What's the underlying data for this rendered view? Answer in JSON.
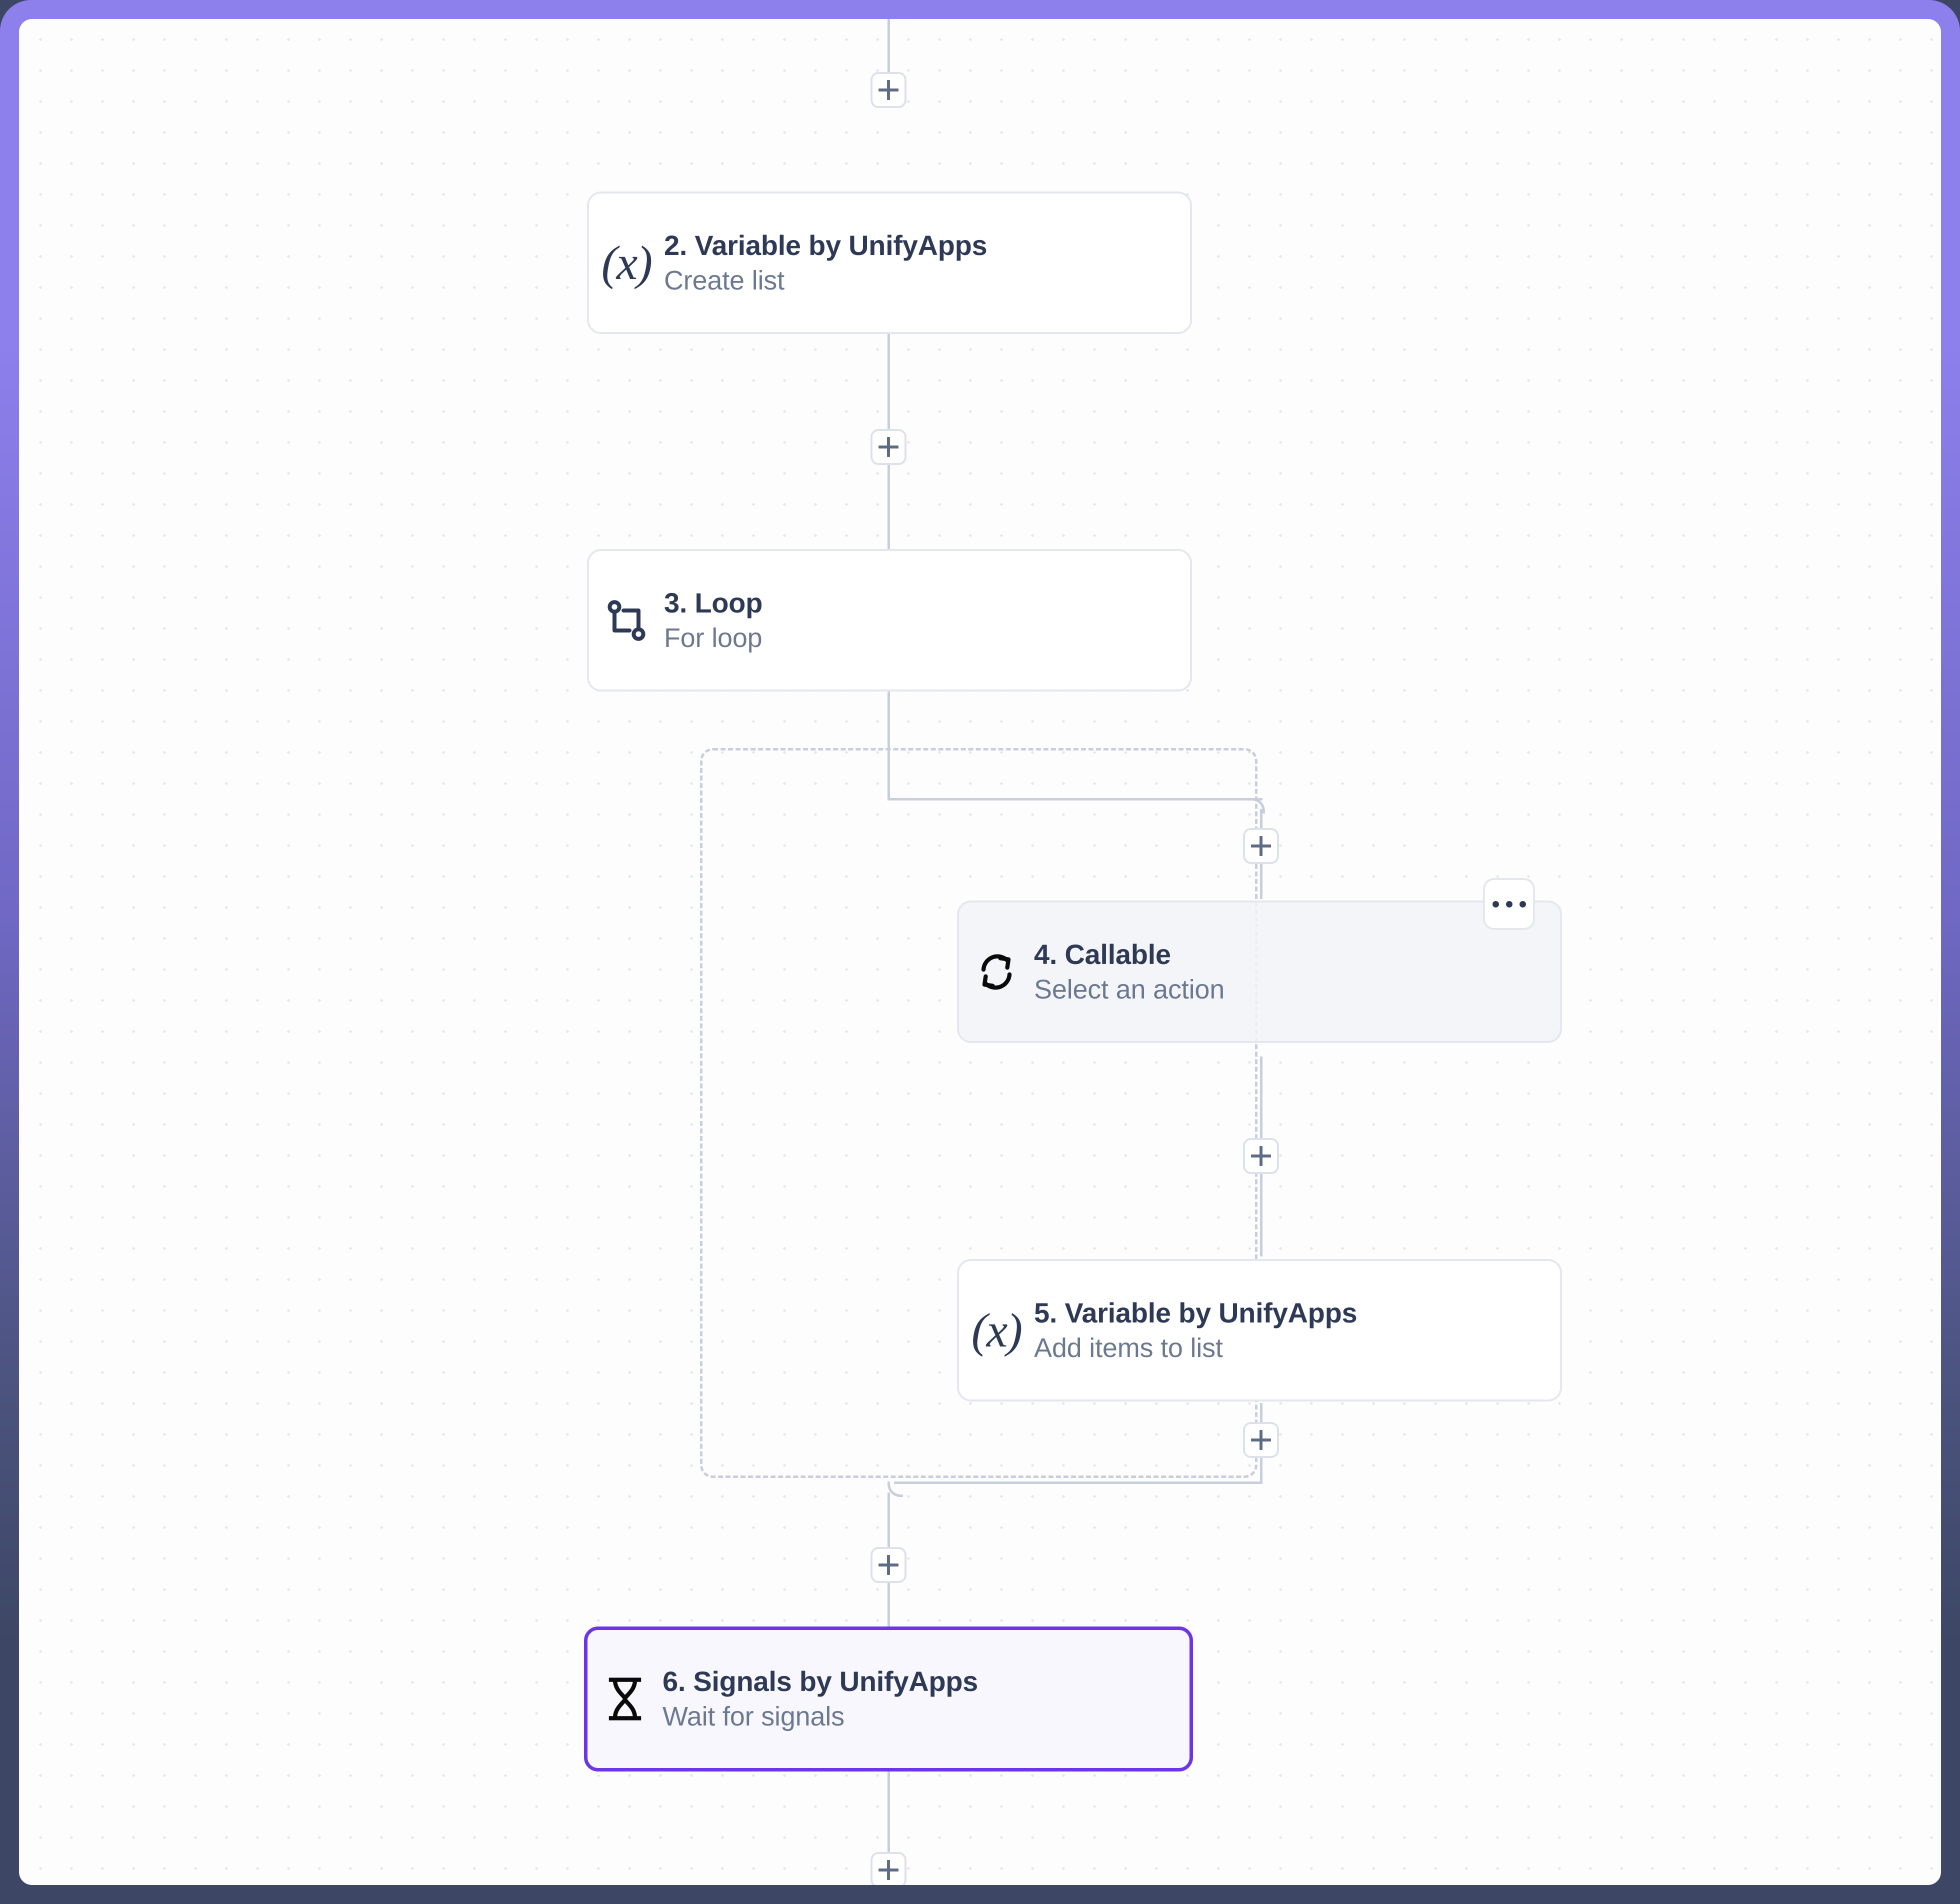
{
  "theme": {
    "frame_gradient_top": "#8D7FEC",
    "frame_gradient_bottom": "#3D4765",
    "canvas_bg": "#FDFDFE",
    "grid_dot": "#E1E4ED",
    "connector": "#C9CEDC",
    "node_border": "#E4E7EE",
    "selected_border": "#6C36E8",
    "selected_bg": "#F8F7FD",
    "muted_node_bg": "#F3F4F7",
    "title_color": "#2E3A55",
    "subtitle_color": "#6B7890"
  },
  "canvas": {
    "name": "workflow-canvas",
    "grid": "dotted"
  },
  "add_buttons": [
    {
      "id": "add-step-top",
      "label": "+",
      "icon": "plus-icon"
    },
    {
      "id": "add-step-after-2",
      "label": "+",
      "icon": "plus-icon"
    },
    {
      "id": "add-step-before-4",
      "label": "+",
      "icon": "plus-icon"
    },
    {
      "id": "add-step-after-4",
      "label": "+",
      "icon": "plus-icon"
    },
    {
      "id": "add-step-after-5",
      "label": "+",
      "icon": "plus-icon"
    },
    {
      "id": "add-step-before-6",
      "label": "+",
      "icon": "plus-icon"
    },
    {
      "id": "add-step-after-6",
      "label": "+",
      "icon": "plus-icon"
    }
  ],
  "overflow_menu": {
    "name": "callable-node-overflow-menu",
    "label": "…",
    "icon": "ellipsis-icon",
    "target_node": "4. Callable"
  },
  "nodes": [
    {
      "id": "node-2",
      "step": 2,
      "title": "2. Variable by UnifyApps",
      "subtitle": "Create list",
      "icon": "variable-icon",
      "state": "default"
    },
    {
      "id": "node-3",
      "step": 3,
      "title": "3. Loop",
      "subtitle": "For loop",
      "icon": "loop-icon",
      "state": "default"
    },
    {
      "id": "node-4",
      "step": 4,
      "title": "4. Callable",
      "subtitle": "Select an action",
      "icon": "sync-arrows-icon",
      "state": "hovered"
    },
    {
      "id": "node-5",
      "step": 5,
      "title": "5. Variable by UnifyApps",
      "subtitle": "Add items to list",
      "icon": "variable-icon",
      "state": "default"
    },
    {
      "id": "node-6",
      "step": 6,
      "title": "6. Signals by UnifyApps",
      "subtitle": "Wait for signals",
      "icon": "hourglass-icon",
      "state": "selected"
    }
  ],
  "loop_container": {
    "name": "loop-body-container",
    "style": "dashed",
    "parent_node": "3. Loop"
  },
  "glyphs": {
    "variable": "(x)",
    "hourglass": "⌛",
    "plus": "+",
    "ellipsis": "…"
  }
}
